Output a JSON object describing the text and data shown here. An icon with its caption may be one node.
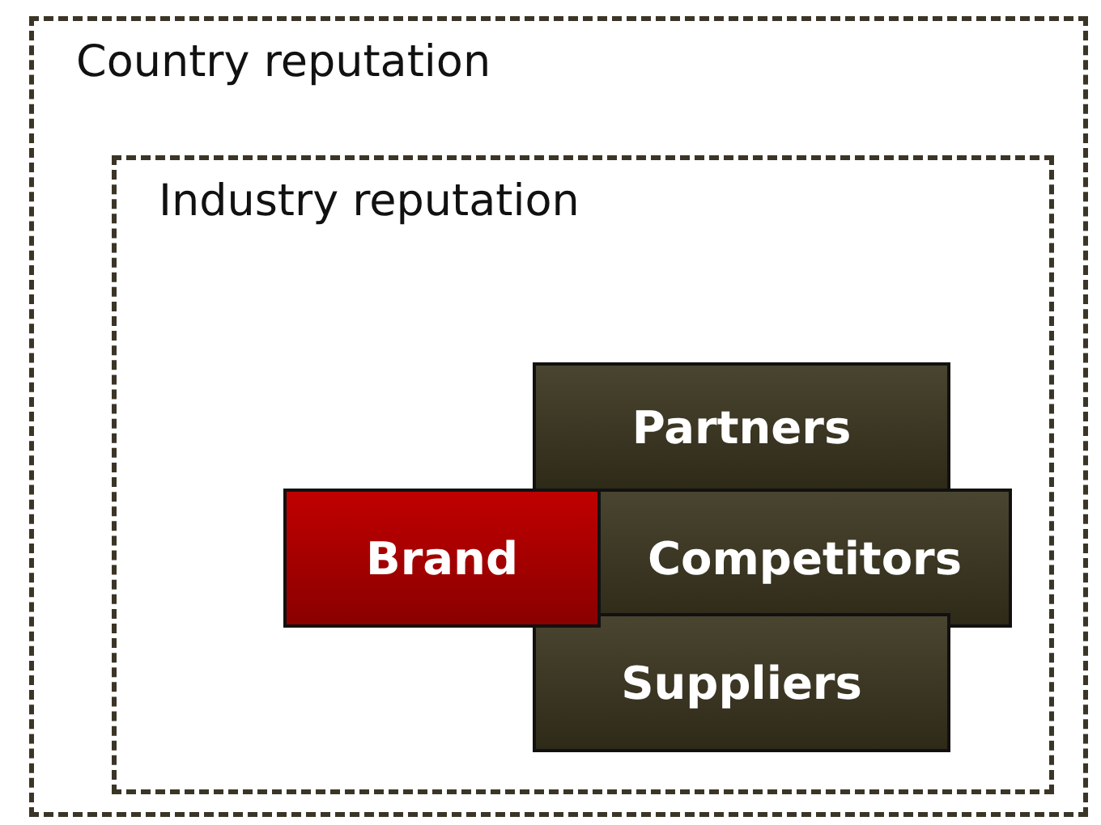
{
  "diagram": {
    "nodes": [
      {
        "text": [
          "Country reputation"
        ]
      },
      {
        "text": [
          "Industry reputation"
        ],
        "in": 0
      },
      {
        "text": [
          "Partners"
        ],
        "in": 1
      },
      {
        "text": [
          "Brand"
        ],
        "in": 1
      },
      {
        "text": [
          "Competitors"
        ],
        "in": 1
      },
      {
        "text": [
          "Suppliers"
        ],
        "in": 1
      }
    ]
  }
}
